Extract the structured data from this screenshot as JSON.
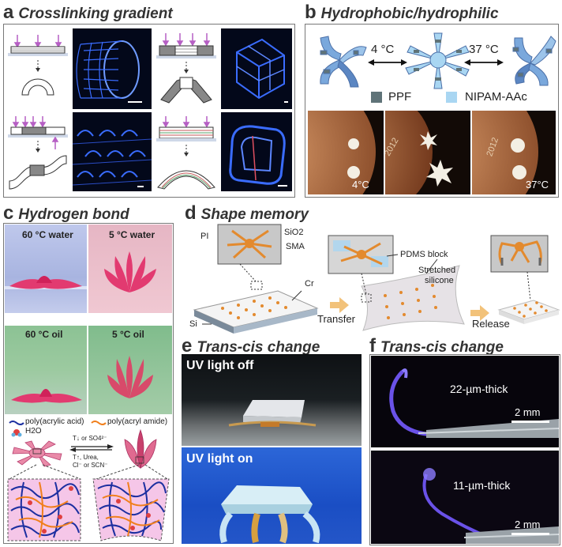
{
  "panels": {
    "a": {
      "letter": "a",
      "title": "Crosslinking gradient"
    },
    "b": {
      "letter": "b",
      "title": "Hydrophobic/hydrophilic",
      "temp_cold": "4 °C",
      "temp_hot": "37 °C",
      "legend_ppf": "PPF",
      "legend_nipam": "NIPAM-AAc",
      "coin_cold": "4°C",
      "coin_hot": "37°C",
      "coin_year": "2012",
      "colors": {
        "ppf": "#5f7378",
        "nipam": "#a9d6f2"
      }
    },
    "c": {
      "letter": "c",
      "title": "Hydrogen bond",
      "hot_water": "60 °C water",
      "cold_water": "5 °C water",
      "hot_oil": "60 °C oil",
      "cold_oil": "5 °C oil",
      "legend_paa": "poly(acrylic acid)",
      "legend_paam": "poly(acryl amide)",
      "legend_water": "H2O",
      "arrow_forward": "T↓ or SO4²⁻",
      "arrow_back_1": "T↑, Urea,",
      "arrow_back_2": "Cl⁻ or SCN⁻"
    },
    "d": {
      "letter": "d",
      "title": "Shape memory",
      "pi": "PI",
      "sio2": "SiO2",
      "sma": "SMA",
      "cr": "Cr",
      "si": "Si",
      "pdms": "PDMS block",
      "stretched_1": "Stretched",
      "stretched_2": "silicone",
      "transfer": "Transfer",
      "release": "Release"
    },
    "e": {
      "letter": "e",
      "title": "Trans-cis change",
      "uv_off": "UV light off",
      "uv_on": "UV light on"
    },
    "f": {
      "letter": "f",
      "title": "Trans-cis change",
      "thick_22": "22-µm-thick",
      "thick_11": "11-µm-thick",
      "scale_1": "2 mm",
      "scale_2": "2 mm"
    }
  }
}
